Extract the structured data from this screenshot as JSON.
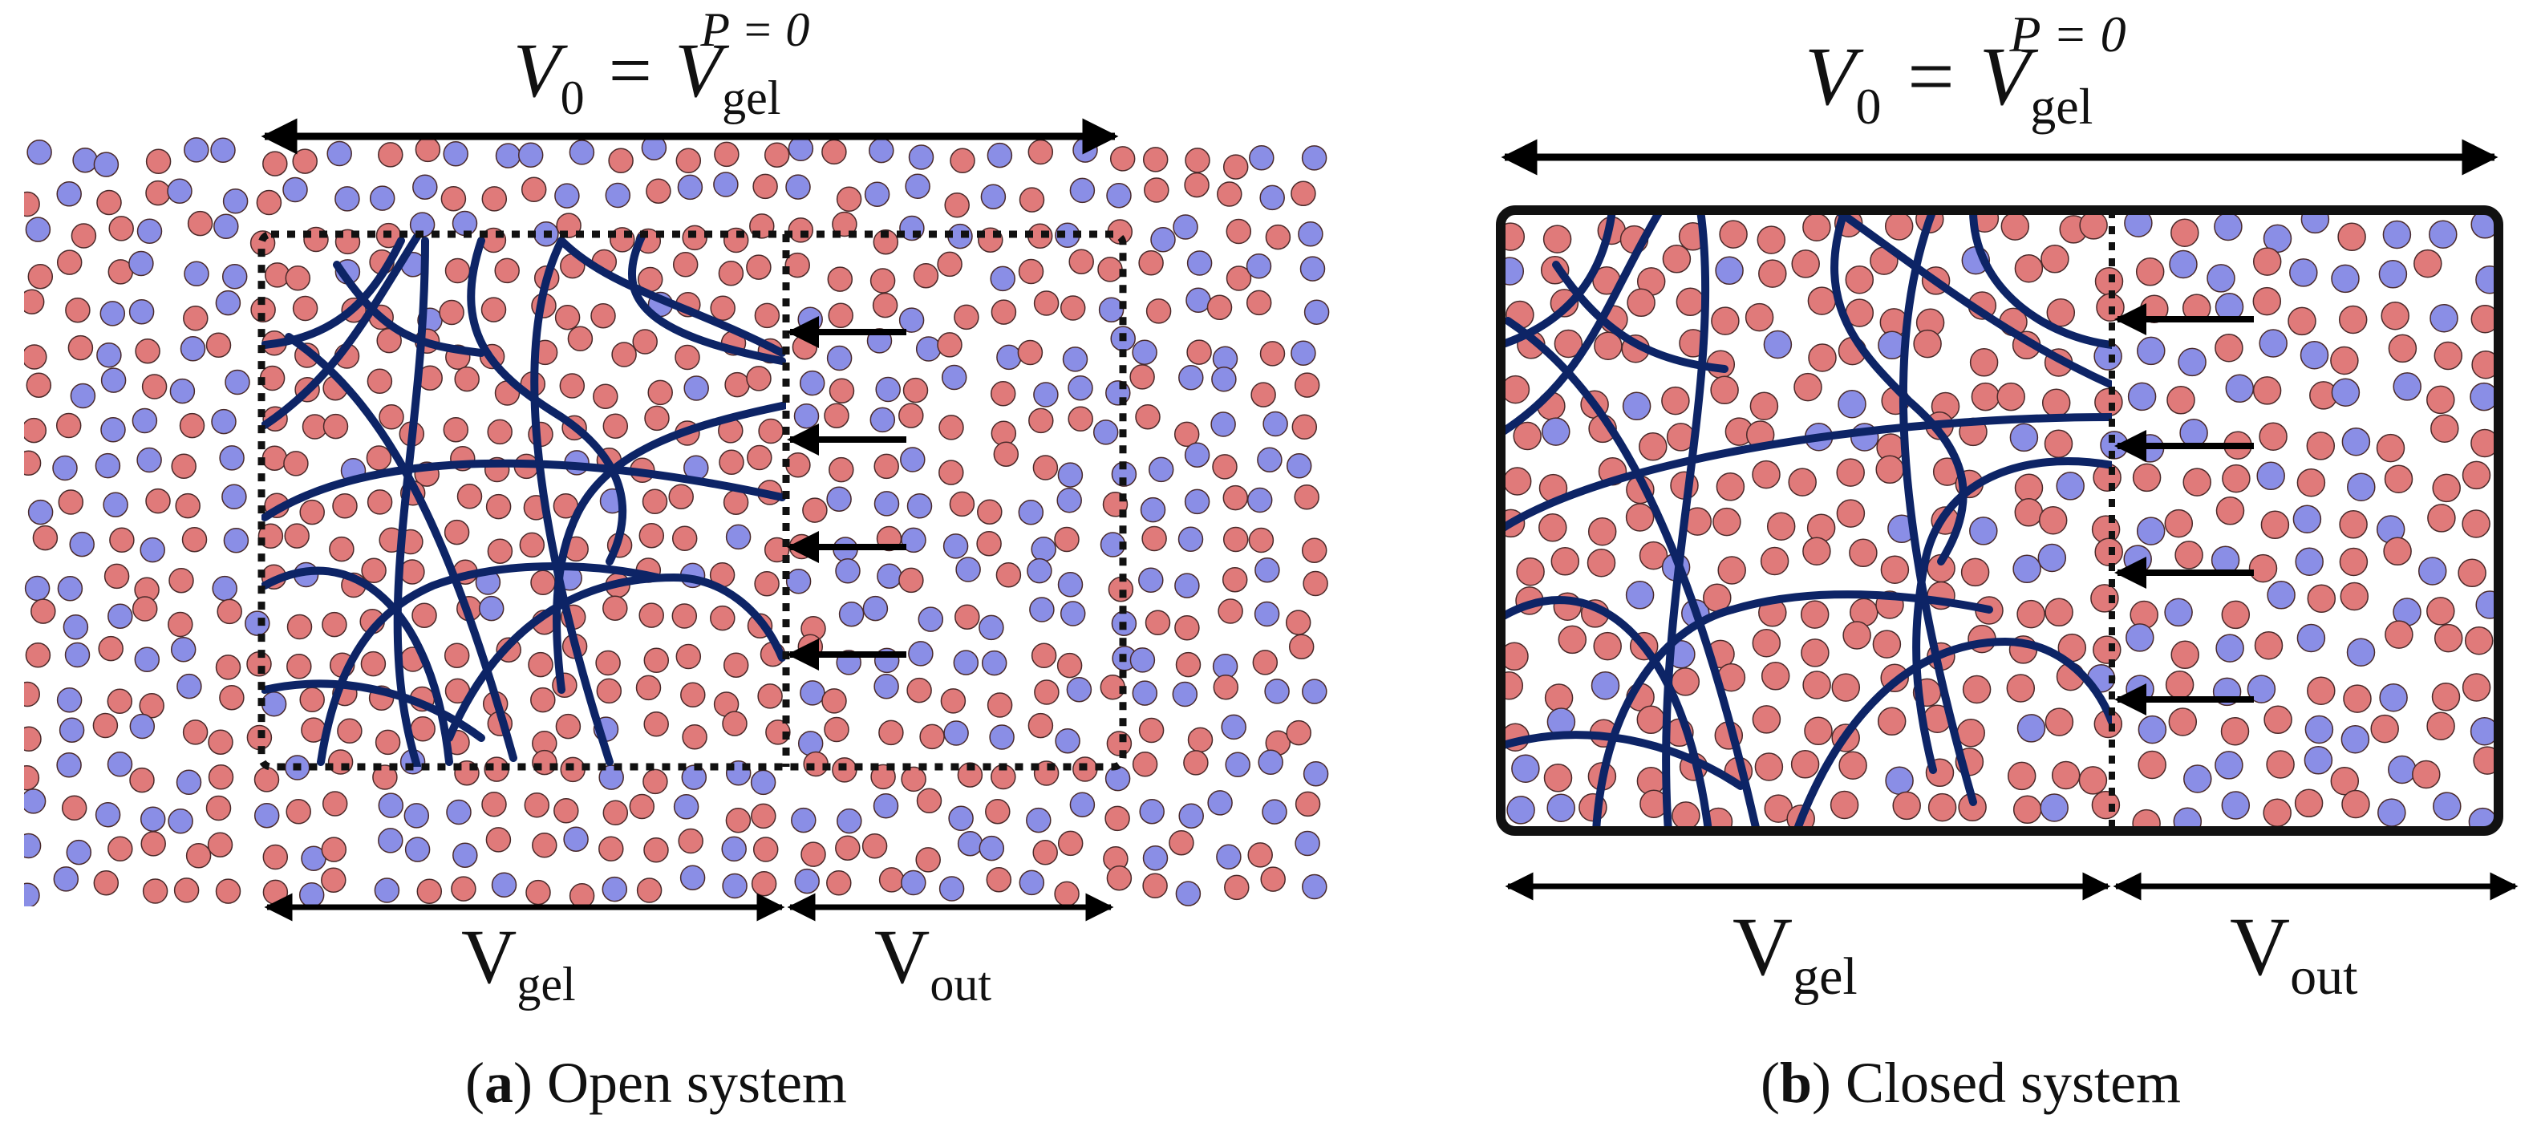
{
  "panels": [
    {
      "top_label": {
        "main": "V",
        "sub0": "0",
        "eq": " = V",
        "sub": "gel",
        "sup": "P = 0"
      },
      "bottom_labels": [
        {
          "main": "V",
          "sub": "gel"
        },
        {
          "main": "V",
          "sub": "out"
        }
      ],
      "caption": {
        "letter": "a",
        "text": " Open system"
      }
    },
    {
      "top_label": {
        "main": "V",
        "sub0": "0",
        "eq": " = V",
        "sub": "gel",
        "sup": "P = 0"
      },
      "bottom_labels": [
        {
          "main": "V",
          "sub": "gel"
        },
        {
          "main": "V",
          "sub": "out"
        }
      ],
      "caption": {
        "letter": "b",
        "text": " Closed system"
      }
    }
  ],
  "colors": {
    "red_particle": "#e07a7a",
    "blue_particle": "#8a8ee6",
    "polymer_chain": "#0d2466",
    "arrow": "#000000"
  }
}
